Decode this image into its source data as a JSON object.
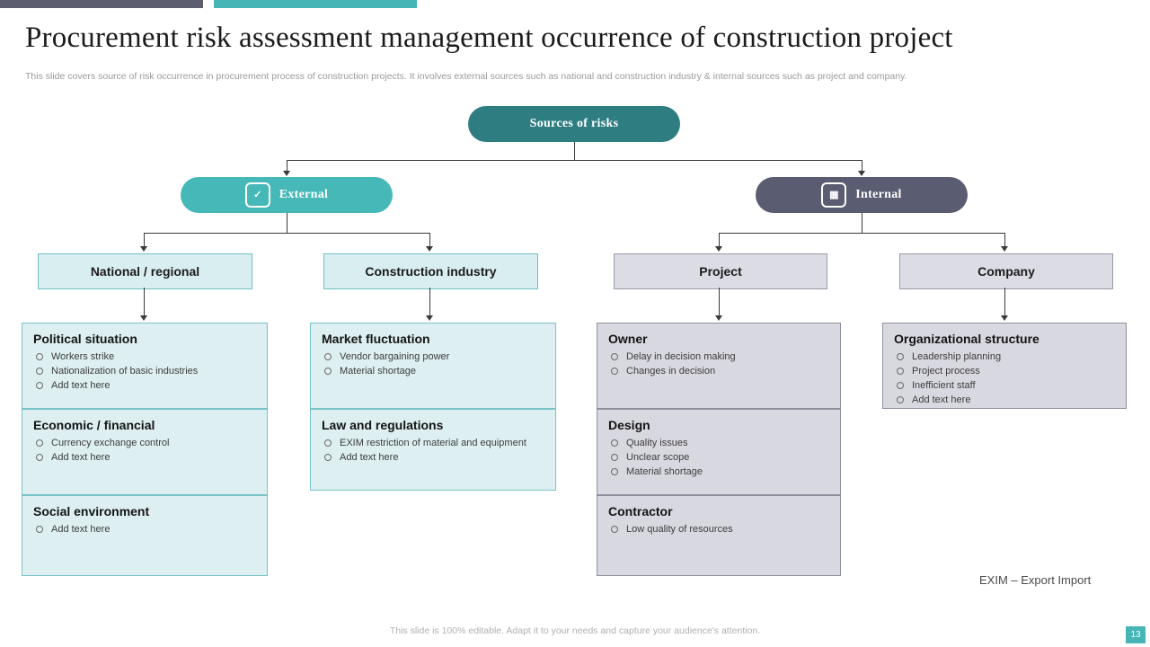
{
  "header": {
    "title": "Procurement risk assessment management occurrence of construction project",
    "subtitle": "This slide covers source of risk occurrence in procurement process of construction projects. It involves external sources such as national and construction industry & internal sources such as project and company."
  },
  "colors": {
    "accent_dark": "#5d5d70",
    "accent_teal": "#45b5b5",
    "root_node": "#2e7d81",
    "external_node": "#47b8b8",
    "internal_node": "#5a5c72",
    "teal_card_fill": "#ddeff1",
    "teal_card_border": "#79c3c8",
    "gray_card_fill": "#d8d8e0",
    "gray_card_border": "#8f8f9e"
  },
  "diagram": {
    "root": {
      "label": "Sources of risks"
    },
    "branches": [
      {
        "label": "External",
        "icon": "leaf-icon"
      },
      {
        "label": "Internal",
        "icon": "grid-icon"
      }
    ],
    "categories": [
      {
        "label": "National / regional"
      },
      {
        "label": "Construction industry"
      },
      {
        "label": "Project"
      },
      {
        "label": "Company"
      }
    ],
    "cards": [
      {
        "heading": "Political situation",
        "items": [
          "Workers strike",
          "Nationalization  of basic industries",
          "Add text here"
        ]
      },
      {
        "heading": "Economic / financial",
        "items": [
          "Currency  exchange  control",
          "Add text here"
        ]
      },
      {
        "heading": "Social environment",
        "items": [
          "Add text here"
        ]
      },
      {
        "heading": "Market fluctuation",
        "items": [
          "Vendor  bargaining  power",
          "Material  shortage"
        ]
      },
      {
        "heading": "Law and regulations",
        "items": [
          "EXIM  restriction of material  and equipment",
          "Add text here"
        ]
      },
      {
        "heading": "Owner",
        "items": [
          "Delay  in decision making",
          "Changes  in decision"
        ]
      },
      {
        "heading": "Design",
        "items": [
          "Quality issues",
          "Unclear  scope",
          "Material  shortage"
        ]
      },
      {
        "heading": "Contractor",
        "items": [
          "Low quality of resources"
        ]
      },
      {
        "heading": "Organizational structure",
        "items": [
          "Leadership planning",
          "Project process",
          "Inefficient staff",
          "Add text here"
        ]
      }
    ]
  },
  "footer": {
    "legend": "EXIM – Export Import",
    "note": "This slide is 100% editable. Adapt it to your needs and capture your audience's attention.",
    "page": "13"
  }
}
